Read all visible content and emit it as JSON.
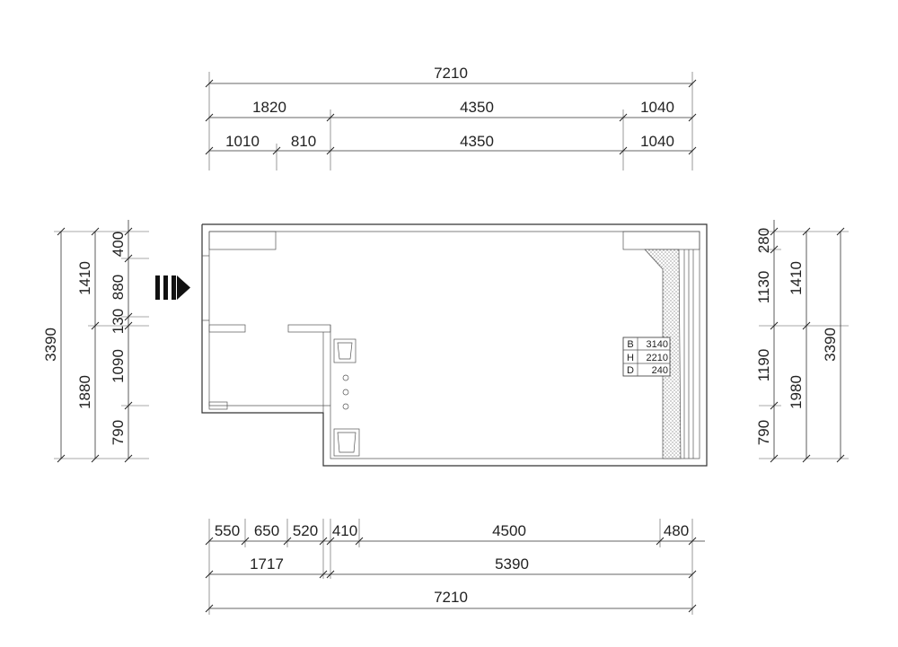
{
  "top_dimensions": {
    "overall": "7210",
    "row2": [
      "1820",
      "4350",
      "1040"
    ],
    "row3": [
      "1010",
      "810",
      "4350",
      "1040"
    ]
  },
  "bottom_dimensions": {
    "row1": [
      "550",
      "650",
      "520",
      "410",
      "4500",
      "480"
    ],
    "row2": [
      "1717",
      "5390"
    ],
    "overall": "7210"
  },
  "left_dimensions": {
    "overall": "3390",
    "mid": [
      "1410",
      "1880"
    ],
    "inner": [
      "400",
      "880",
      "130",
      "1090",
      "790"
    ]
  },
  "right_dimensions": {
    "inner": [
      "280",
      "1130",
      "1190",
      "790"
    ],
    "mid": [
      "1410",
      "1980"
    ],
    "overall": "3390"
  },
  "window_tag": [
    {
      "key": "B",
      "value": "3140"
    },
    {
      "key": "H",
      "value": "2210"
    },
    {
      "key": "D",
      "value": "240"
    }
  ],
  "entry_arrow_icon": "entry-arrow-icon"
}
